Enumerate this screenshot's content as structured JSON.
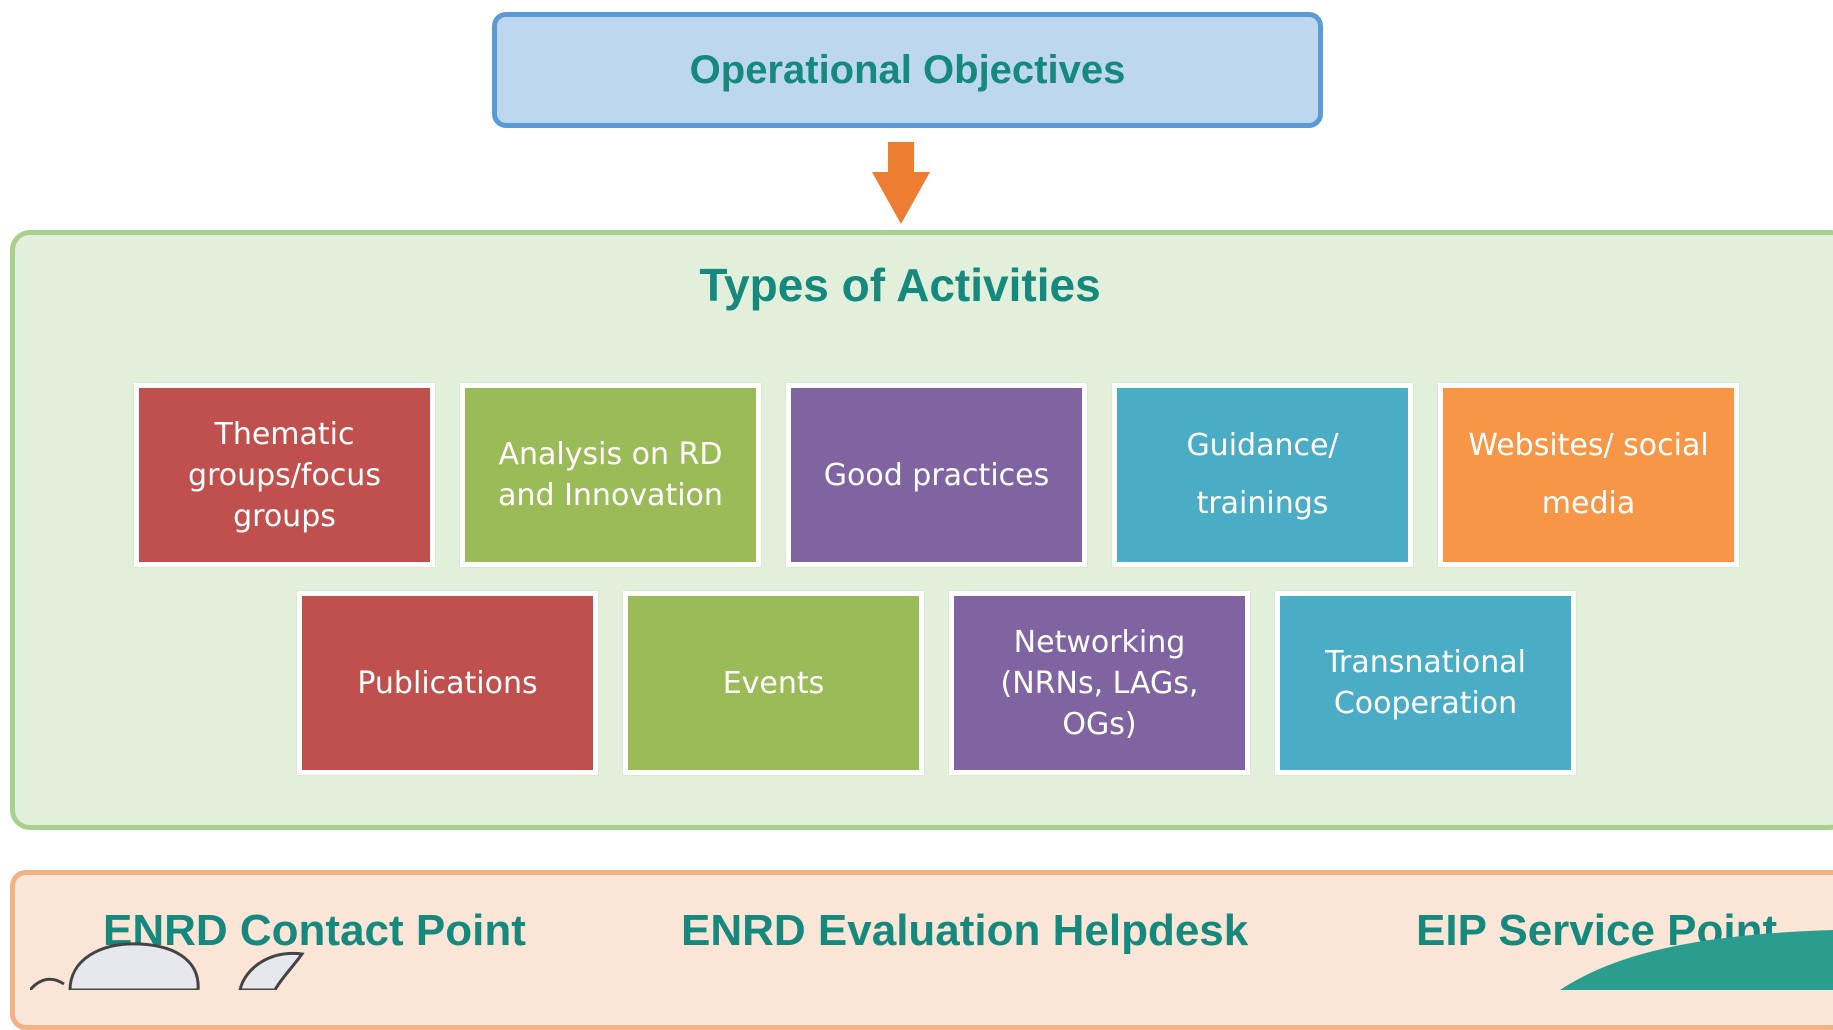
{
  "objectives": {
    "label": "Operational Objectives"
  },
  "activities": {
    "title": "Types of Activities",
    "row1": [
      {
        "label": "Thematic groups/focus groups",
        "color": "#c0504d"
      },
      {
        "label": "Analysis on RD and Innovation",
        "color": "#9bbb59"
      },
      {
        "label": "Good practices",
        "color": "#8064a2"
      },
      {
        "label": "Guidance/ trainings",
        "color": "#4bacc6"
      },
      {
        "label": "Websites/ social media",
        "color": "#f79646"
      }
    ],
    "row2": [
      {
        "label": "Publications",
        "color": "#c0504d"
      },
      {
        "label": "Events",
        "color": "#9bbb59"
      },
      {
        "label": "Networking (NRNs, LAGs, OGs)",
        "color": "#8064a2"
      },
      {
        "label": "Transnational Cooperation",
        "color": "#4bacc6"
      }
    ]
  },
  "services": {
    "contact_point": "ENRD Contact Point",
    "evaluation_helpdesk": "ENRD Evaluation Helpdesk",
    "eip_service_point": "EIP Service Point"
  },
  "colors": {
    "title_text": "#15897e",
    "arrow": "#ed7d31",
    "objectives_fill": "#bdd7ee",
    "activities_fill": "#e2efda",
    "services_fill": "#fbe5d6"
  }
}
